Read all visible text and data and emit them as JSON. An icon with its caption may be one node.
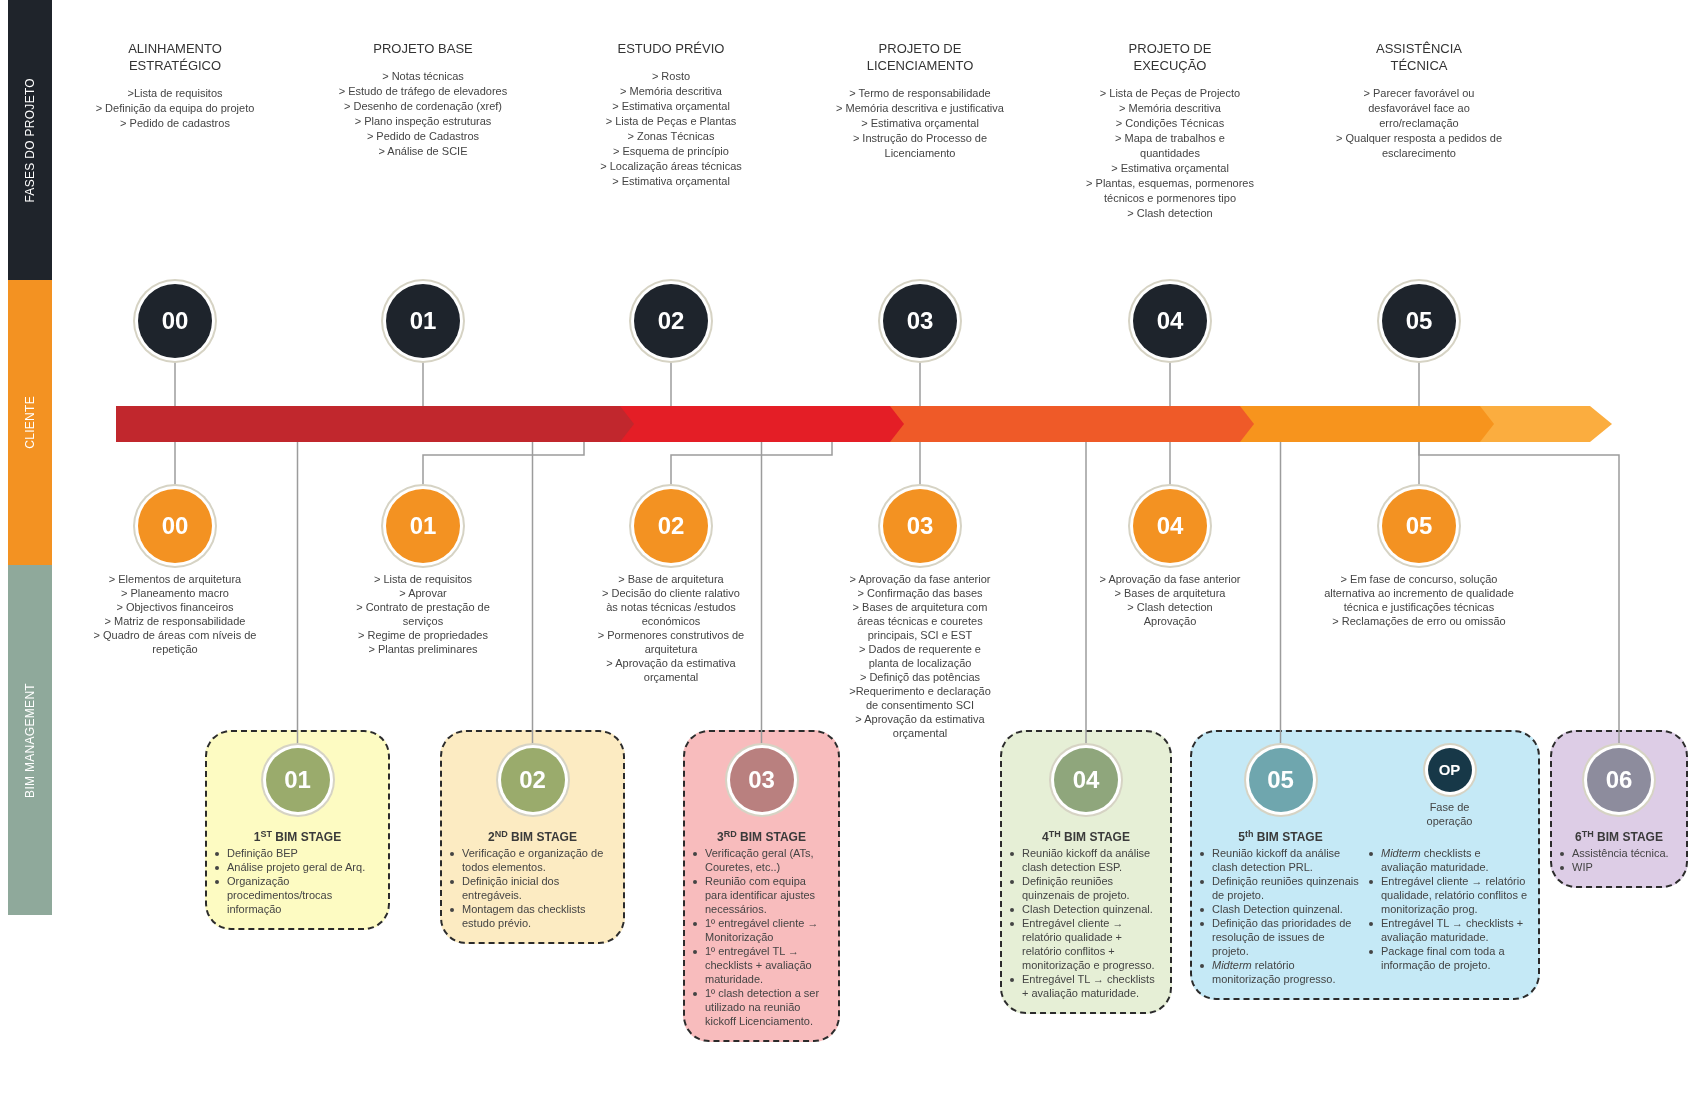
{
  "diagram": {
    "nodes": [
      {
        "text": [
          "FASES DO PROJETO"
        ]
      },
      {
        "text": [
          "CLIENTE"
        ]
      },
      {
        "text": [
          "BIM MANAGEMENT"
        ]
      },
      {
        "text": [
          "00"
        ],
        "beside": [
          "ALINHAMENTO ESTRATÉGICO",
          ">Lista de requisitos",
          "> Definição da equipa do projeto",
          "> Pedido de cadastros"
        ]
      },
      {
        "text": [
          "01"
        ],
        "beside": [
          "PROJETO BASE",
          "> Notas técnicas",
          "> Estudo de tráfego de elevadores",
          "> Desenho de cordenação (xref)",
          "> Plano inspeção estruturas",
          "> Pedido de Cadastros",
          "> Análise de SCIE"
        ]
      },
      {
        "text": [
          "02"
        ],
        "beside": [
          "ESTUDO PRÉVIO",
          "> Rosto",
          "> Memória descritiva",
          "> Estimativa orçamental",
          "> Lista de Peças e Plantas",
          "> Zonas Técnicas",
          "> Esquema de princípio",
          "> Localização áreas técnicas",
          "> Estimativa orçamental"
        ]
      },
      {
        "text": [
          "03"
        ],
        "beside": [
          "PROJETO DE LICENCIAMENTO",
          "> Termo de responsabilidade",
          "> Memória descritiva e justificativa",
          "> Estimativa orçamental",
          "> Instrução do Processo de Licenciamento"
        ]
      },
      {
        "text": [
          "04"
        ],
        "beside": [
          "PROJETO DE EXECUÇÃO",
          "> Lista de Peças de Projecto",
          "> Memória descritiva",
          "> Condições Técnicas",
          "> Mapa de trabalhos e quantidades",
          "> Estimativa orçamental",
          "> Plantas, esquemas, pormenores técnicos e pormenores tipo",
          "> Clash detection"
        ]
      },
      {
        "text": [
          "05"
        ],
        "beside": [
          "ASSISTÊNCIA TÉCNICA",
          "> Parecer favorável ou desfavorável face ao erro/reclamação",
          "> Qualquer resposta a pedidos de esclarecimento"
        ]
      },
      {
        "text": [],
        "shape": "arrow"
      },
      {
        "text": [
          "00"
        ],
        "beside": [
          "> Elementos de arquitetura",
          "> Planeamento macro",
          "> Objectivos financeiros",
          "> Matriz de responsabilidade",
          "> Quadro de áreas com níveis de repetição"
        ]
      },
      {
        "text": [
          "01"
        ],
        "beside": [
          "> Lista de requisitos",
          "> Aprovar",
          "> Contrato de prestação de serviços",
          "> Regime de propriedades",
          "> Plantas preliminares"
        ]
      },
      {
        "text": [
          "02"
        ],
        "beside": [
          "> Base de arquitetura",
          "> Decisão do cliente ralativo às notas técnicas /estudos económicos",
          "> Pormenores construtivos de arquitetura",
          "> Aprovação da estimativa orçamental"
        ]
      },
      {
        "text": [
          "03"
        ],
        "beside": [
          "> Aprovação da fase anterior",
          "> Confirmação das bases",
          "> Bases de arquitetura com áreas técnicas e couretes principais, SCI e EST",
          "> Dados de requerente e planta de localização",
          "> Definiçõ das potências",
          ">Requerimento e declaração de consentimento SCI",
          "> Aprovação da estimativa orçamental"
        ]
      },
      {
        "text": [
          "04"
        ],
        "beside": [
          "> Aprovação da fase anterior",
          "> Bases de arquitetura",
          "> Clash detection",
          "Aprovação"
        ]
      },
      {
        "text": [
          "05"
        ],
        "beside": [
          "> Em fase de concurso, solução alternativa ao incremento de qualidade técnica e justificações técnicas",
          "> Reclamações de erro ou omissão"
        ]
      },
      {
        "text": [
          "1$^{ST}$ BIM STAGE",
          "Definição BEP",
          "Análise projeto geral de Arq.",
          "Organização procedimentos/trocas informação"
        ]
      },
      {
        "text": [
          "01"
        ],
        "in": 16
      },
      {
        "text": [
          "2$^{ND}$ BIM STAGE",
          "Verificação e organização de todos elementos.",
          "Definição inicial dos entregáveis.",
          "Montagem das checklists estudo prévio."
        ]
      },
      {
        "text": [
          "02"
        ],
        "in": 18
      },
      {
        "text": [
          "3$^{RD}$ BIM STAGE",
          "Verificação geral (ATs, Couretes, etc..)",
          "Reunião com equipa para identificar ajustes necessários.",
          "1º entregável cliente → Monitorização",
          "1º entregável TL → checklists + avaliação maturidade.",
          "1º clash detection a ser utilizado na reunião kickoff Licenciamento."
        ]
      },
      {
        "text": [
          "03"
        ],
        "in": 20
      },
      {
        "text": [
          "4$^{TH}$ BIM STAGE",
          "Reunião kickoff da análise clash detection ESP.",
          "Definição reuniões quinzenais de projeto.",
          "Clash Detection quinzenal.",
          "Entregável cliente → relatório qualidade + relatório conflitos + monitorização e progresso.",
          "Entregável TL → checklists + avaliação maturidade."
        ]
      },
      {
        "text": [
          "04"
        ],
        "in": 22
      },
      {
        "text": [
          "5$^{th}$ BIM STAGE",
          "Reunião kickoff da análise clash detection PRL.",
          "Definição reuniões quinzenais de projeto.",
          "Clash Detection quinzenal.",
          "Definição das prioridades de resolução de issues de projeto.",
          "*Midterm* relatório monitorização progresso."
        ]
      },
      {
        "text": [
          "05"
        ],
        "in": 24
      },
      {
        "text": [
          "OP"
        ],
        "in": 24,
        "beside": [
          "Fase de operação",
          "*Midterm* checklists e avaliação maturidade.",
          "Entregável cliente → relatório qualidade, relatório conflitos e monitorização prog.",
          "Entregável TL → checklists + avaliação maturidade.",
          "Package final com toda a informação de projeto."
        ]
      },
      {
        "text": [
          "6$^{TH}$ BIM STAGE",
          "Assistência técnica.",
          "WIP"
        ]
      },
      {
        "text": [
          "06"
        ],
        "in": 27
      }
    ],
    "edges": [
      {
        "from": 3,
        "to": 9,
        "arrow": "none"
      },
      {
        "from": 4,
        "to": 9,
        "arrow": "none"
      },
      {
        "from": 5,
        "to": 9,
        "arrow": "none"
      },
      {
        "from": 6,
        "to": 9,
        "arrow": "none"
      },
      {
        "from": 7,
        "to": 9,
        "arrow": "none"
      },
      {
        "from": 8,
        "to": 9,
        "arrow": "none"
      },
      {
        "from": 9,
        "to": 10,
        "arrow": "none"
      },
      {
        "from": 9,
        "to": 11,
        "arrow": "none"
      },
      {
        "from": 9,
        "to": 12,
        "arrow": "none"
      },
      {
        "from": 9,
        "to": 13,
        "arrow": "none"
      },
      {
        "from": 9,
        "to": 14,
        "arrow": "none"
      },
      {
        "from": 9,
        "to": 15,
        "arrow": "none"
      },
      {
        "from": 9,
        "to": 17,
        "arrow": "none"
      },
      {
        "from": 9,
        "to": 19,
        "arrow": "none"
      },
      {
        "from": 9,
        "to": 21,
        "arrow": "none"
      },
      {
        "from": 9,
        "to": 23,
        "arrow": "none"
      },
      {
        "from": 9,
        "to": 25,
        "arrow": "none"
      },
      {
        "from": 9,
        "to": 28,
        "arrow": "none"
      }
    ]
  }
}
